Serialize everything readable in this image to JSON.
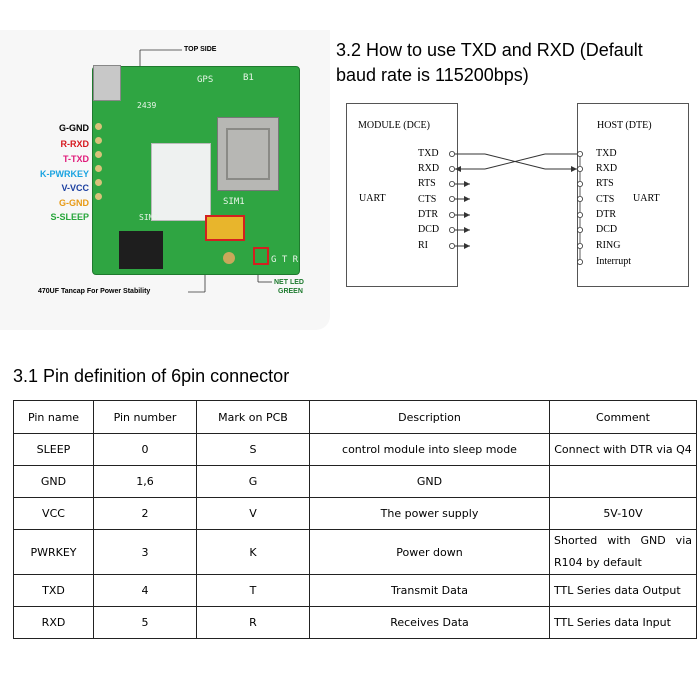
{
  "pcb": {
    "top_side": "TOP SIDE",
    "pin_labels": [
      {
        "text": "G-GND",
        "color": "#000000"
      },
      {
        "text": "R-RXD",
        "color": "#d6171d"
      },
      {
        "text": "T-TXD",
        "color": "#e0197a"
      },
      {
        "text": "K-PWRKEY",
        "color": "#1aa3e0"
      },
      {
        "text": "V-VCC",
        "color": "#1b3fa0"
      },
      {
        "text": "G-GND",
        "color": "#e89a14"
      },
      {
        "text": "S-SLEEP",
        "color": "#27a63a"
      }
    ],
    "board_gps": "GPS",
    "board_b1": "B1",
    "board_num": "2439",
    "board_sim1": "SIM1",
    "board_sim2": "SIM2",
    "board_gtr": "G T R",
    "tancap_label": "470UF Tancap For Power Stability",
    "led_label_1": "NET LED",
    "led_label_2": "GREEN"
  },
  "section_32": {
    "heading_line1": "3.2 How to use TXD and RXD (Default",
    "heading_line2": "baud rate is 115200bps)"
  },
  "diagram": {
    "module_title": "MODULE (DCE)",
    "module_uart": "UART",
    "module_signals": [
      "TXD",
      "RXD",
      "RTS",
      "CTS",
      "DTR",
      "DCD",
      "RI"
    ],
    "host_title": "HOST (DTE)",
    "host_uart": "UART",
    "host_signals": [
      "TXD",
      "RXD",
      "RTS",
      "CTS",
      "DTR",
      "DCD",
      "RING",
      "Interrupt"
    ]
  },
  "section_31": {
    "heading": "3.1 Pin definition of 6pin connector"
  },
  "table": {
    "headers": [
      "Pin name",
      "Pin number",
      "Mark on PCB",
      "Description",
      "Comment"
    ],
    "rows": [
      [
        "SLEEP",
        "0",
        "S",
        "control module into sleep mode",
        "Connect with DTR via Q4"
      ],
      [
        "GND",
        "1,6",
        "G",
        "GND",
        ""
      ],
      [
        "VCC",
        "2",
        "V",
        "The power supply",
        "5V-10V"
      ],
      [
        "PWRKEY",
        "3",
        "K",
        "Power down",
        "Shorted with GND via R104 by default"
      ],
      [
        "TXD",
        "4",
        "T",
        "Transmit Data",
        "TTL Series data Output"
      ],
      [
        "RXD",
        "5",
        "R",
        "Receives Data",
        "TTL Series data Input"
      ]
    ]
  }
}
